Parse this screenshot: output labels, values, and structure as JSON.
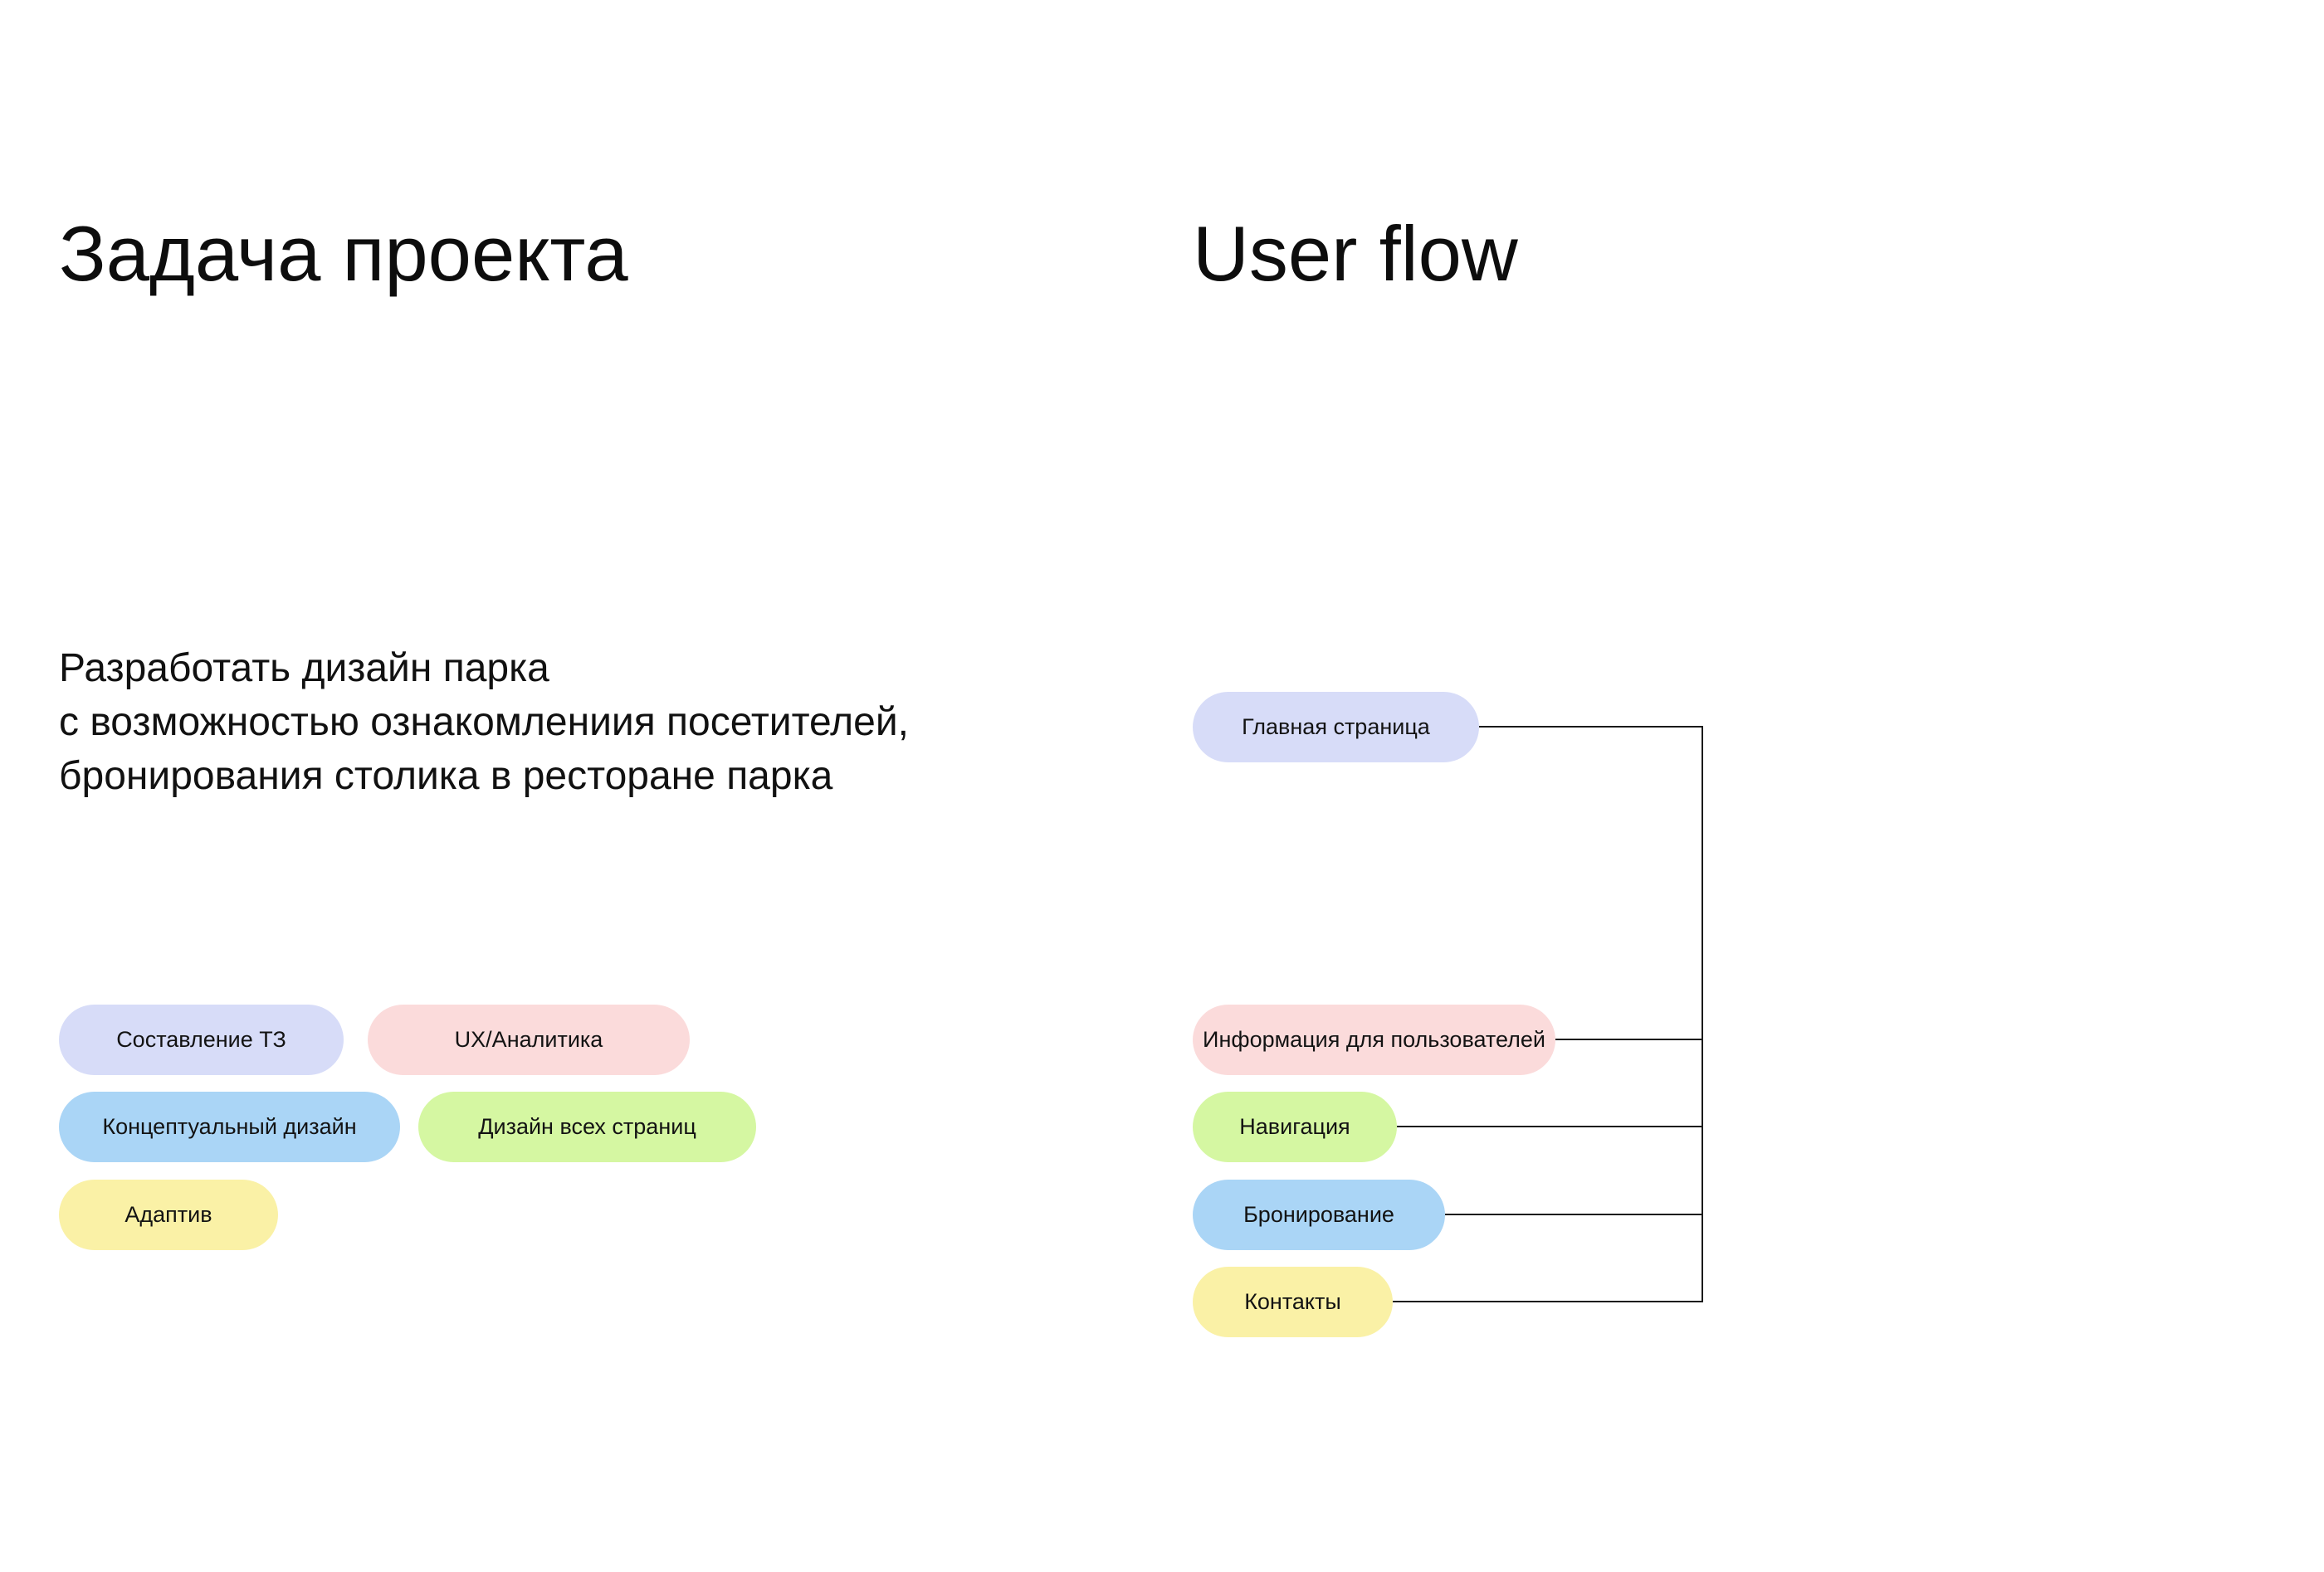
{
  "slide": {
    "background": "#ffffff",
    "text_color": "#111111",
    "connector_color": "#1a1a1a"
  },
  "palette": {
    "lavender": "#D7DCF8",
    "pink": "#FBDBDB",
    "blue": "#AAD5F6",
    "green": "#D5F7A2",
    "yellow": "#FAF1A6"
  },
  "left": {
    "title": "Задача проекта",
    "description_lines": [
      "Разработать дизайн парка",
      "с возможностью ознакомлениия посетителей,",
      "бронирования столика в ресторане парка"
    ],
    "tags": [
      {
        "label": "Составление ТЗ",
        "color_name": "lavender"
      },
      {
        "label": "UX/Аналитика",
        "color_name": "pink"
      },
      {
        "label": "Концептуальный дизайн",
        "color_name": "blue"
      },
      {
        "label": "Дизайн всех страниц",
        "color_name": "green"
      },
      {
        "label": "Адаптив",
        "color_name": "yellow"
      }
    ]
  },
  "right": {
    "title": "User flow",
    "nodes": [
      {
        "label": "Главная страница",
        "color_name": "lavender"
      },
      {
        "label": "Информация для пользователей",
        "color_name": "pink"
      },
      {
        "label": "Навигация",
        "color_name": "green"
      },
      {
        "label": "Бронирование",
        "color_name": "blue"
      },
      {
        "label": "Контакты",
        "color_name": "yellow"
      }
    ]
  },
  "diagram": {
    "type": "user-flow",
    "root": "Главная страница",
    "children": [
      "Информация для пользователей",
      "Навигация",
      "Бронирование",
      "Контакты"
    ]
  }
}
